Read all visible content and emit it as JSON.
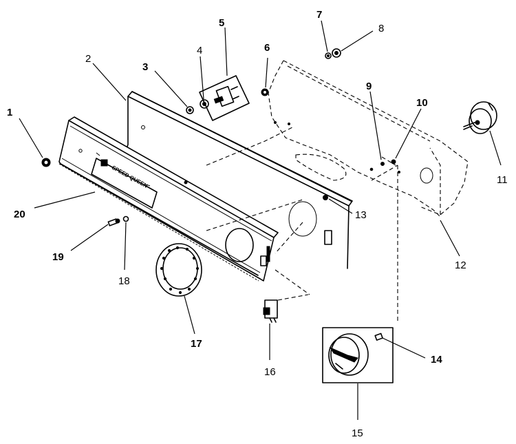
{
  "panel": {
    "brand_text": "SPEED QUEEN"
  },
  "callouts": [
    {
      "id": "1",
      "label": "1"
    },
    {
      "id": "2",
      "label": "2"
    },
    {
      "id": "3",
      "label": "3"
    },
    {
      "id": "4",
      "label": "4"
    },
    {
      "id": "5",
      "label": "5"
    },
    {
      "id": "6",
      "label": "6"
    },
    {
      "id": "7",
      "label": "7"
    },
    {
      "id": "8",
      "label": "8"
    },
    {
      "id": "9",
      "label": "9"
    },
    {
      "id": "10",
      "label": "10"
    },
    {
      "id": "11",
      "label": "11"
    },
    {
      "id": "12",
      "label": "12"
    },
    {
      "id": "13",
      "label": "13"
    },
    {
      "id": "14",
      "label": "14"
    },
    {
      "id": "15",
      "label": "15"
    },
    {
      "id": "16",
      "label": "16"
    },
    {
      "id": "17",
      "label": "17"
    },
    {
      "id": "18",
      "label": "18"
    },
    {
      "id": "19",
      "label": "19"
    },
    {
      "id": "20",
      "label": "20"
    }
  ]
}
